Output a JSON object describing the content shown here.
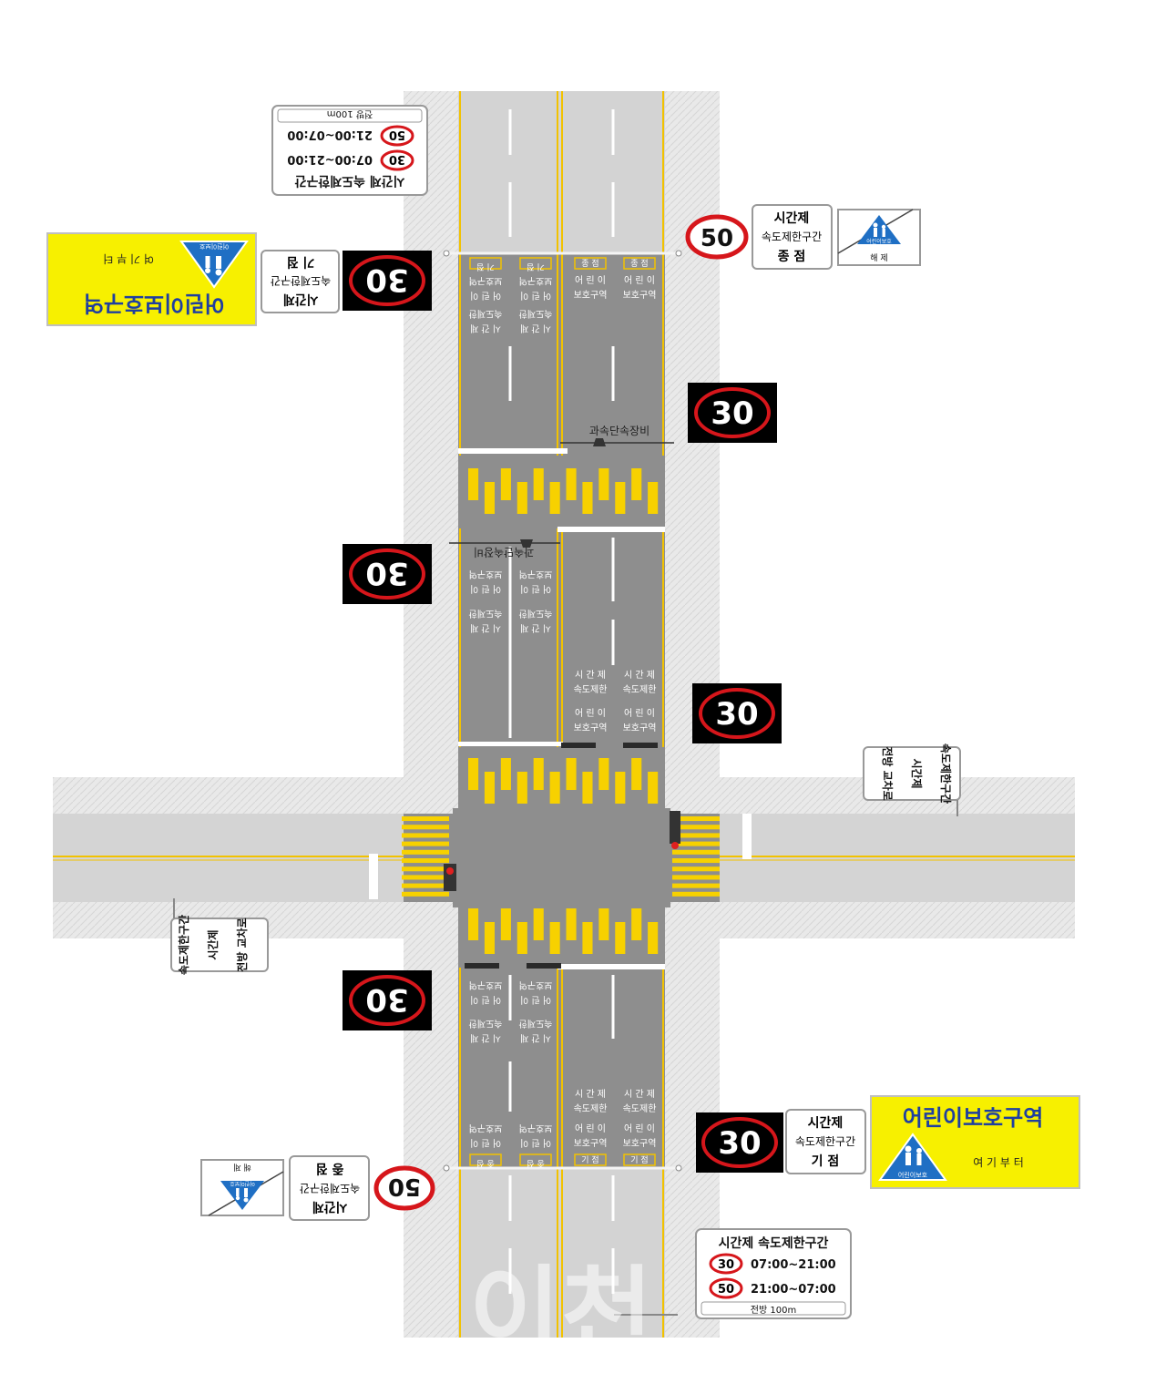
{
  "colors": {
    "road": "#8e8e8e",
    "road_light": "#d0d0d0",
    "sidewalk": "#e6e6e6",
    "yellow_line": "#f2c200",
    "crosswalk_yellow": "#f7d100",
    "crosswalk_black": "#3a3a3a",
    "zone_sign_bg": "#f7f000",
    "sign_blue": "#1f6fc4",
    "speed_ring": "#d6161b",
    "vms_bg": "#000000"
  },
  "vms_speed": "30",
  "speed_50": "50",
  "time_sign": {
    "title": "시간제 속도제한구간",
    "rows": [
      {
        "speed": "30",
        "time": "07:00~21:00"
      },
      {
        "speed": "50",
        "time": "21:00~07:00"
      }
    ],
    "distance": "전방 100m"
  },
  "start_sign": {
    "line1": "시간제",
    "line2": "속도제한구간",
    "line3": "기 점"
  },
  "end_sign": {
    "line1": "시간제",
    "line2": "속도제한구간",
    "line3": "종 점"
  },
  "zone_sign": {
    "title": "어린이보호구역",
    "subtitle": "여 기 부 터",
    "badge": "어린이보호"
  },
  "release_sign": {
    "badge": "어린이보호",
    "label": "해 제"
  },
  "enforcement_label": "과속단속장비",
  "side_sign": {
    "col1": "속도제한구간",
    "col2": "시간제",
    "col3": "전방 교차로"
  },
  "lane_markings": {
    "zone1": "어 린 이",
    "zone2": "보호구역",
    "time1": "시 간 제",
    "time2": "속도제한",
    "start": "기 점",
    "end": "종 점"
  },
  "watermark": "이천"
}
